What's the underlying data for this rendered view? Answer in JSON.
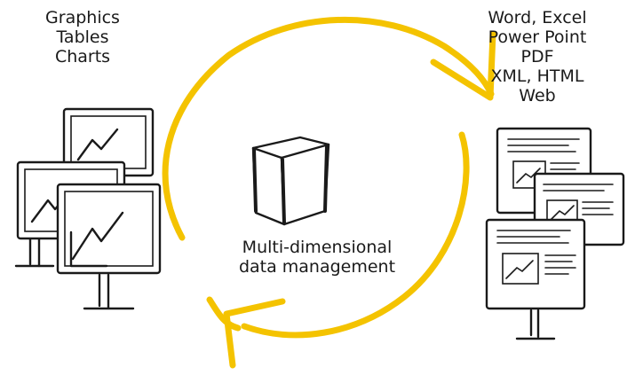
{
  "left_label": [
    "Graphics",
    "Tables",
    "Charts"
  ],
  "right_label": [
    "Word, Excel",
    "Power Point",
    "PDF",
    "XML, HTML",
    "Web"
  ],
  "center_label": [
    "Multi-dimensional",
    "data management"
  ],
  "colors": {
    "arrow": "#f4c300",
    "ink": "#1a1a1a"
  }
}
